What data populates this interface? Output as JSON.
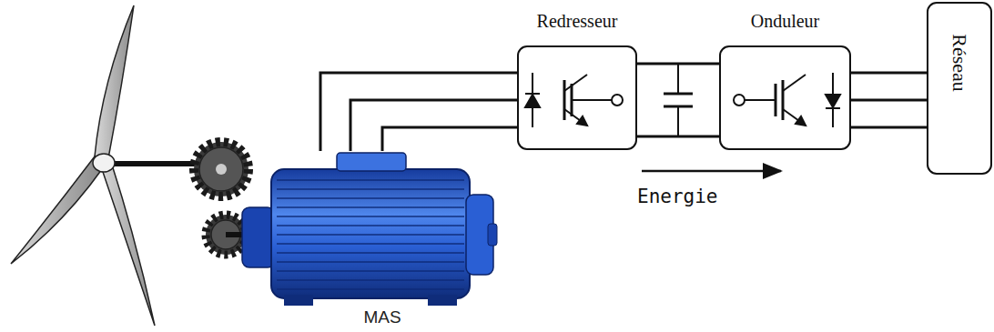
{
  "diagram": {
    "nodes": [
      {
        "text": [
          "MAS"
        ]
      },
      {
        "text": [
          "Redresseur"
        ]
      },
      {
        "text": [
          "Onduleur"
        ]
      },
      {
        "text": [
          "Réseau"
        ]
      }
    ],
    "edges": [
      {
        "from": 0,
        "to": 1,
        "arrow": "none"
      },
      {
        "from": 0,
        "to": 1,
        "arrow": "none"
      },
      {
        "from": 0,
        "to": 1,
        "arrow": "none"
      },
      {
        "from": 1,
        "to": 2,
        "arrow": "none"
      },
      {
        "from": 1,
        "to": 2,
        "arrow": "none"
      },
      {
        "from": 2,
        "to": 3,
        "arrow": "none"
      },
      {
        "from": 2,
        "to": 3,
        "arrow": "none"
      },
      {
        "from": 2,
        "to": 3,
        "arrow": "none"
      }
    ],
    "labels": [
      "Energie"
    ]
  }
}
